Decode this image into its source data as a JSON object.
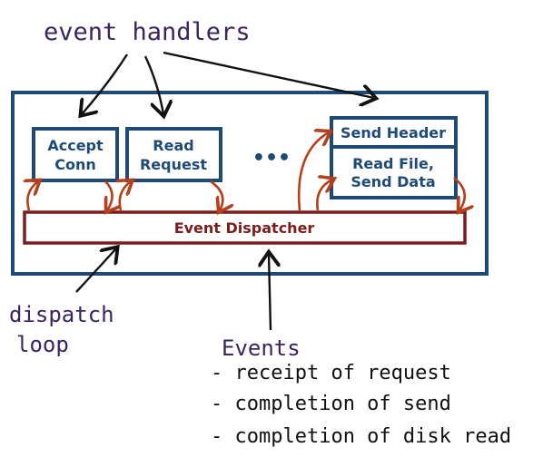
{
  "labels": {
    "event_handlers": "event handlers",
    "dispatch": "dispatch",
    "loop": "loop",
    "events_title": "Events",
    "ellipsis": "•••"
  },
  "handlers": {
    "accept_line1": "Accept",
    "accept_line2": "Conn",
    "read_line1": "Read",
    "read_line2": "Request",
    "send_header": "Send Header",
    "read_file_line1": "Read File,",
    "read_file_line2": "Send Data"
  },
  "dispatcher": "Event Dispatcher",
  "events": [
    "- receipt of request",
    "- completion of send",
    "- completion of disk read"
  ],
  "colors": {
    "box_blue": "#1e4a78",
    "dispatcher_red": "#7a1d1d",
    "arrow_red": "#b5411c",
    "handwriting_purple": "#3a2560",
    "handwriting_black": "#111111"
  }
}
